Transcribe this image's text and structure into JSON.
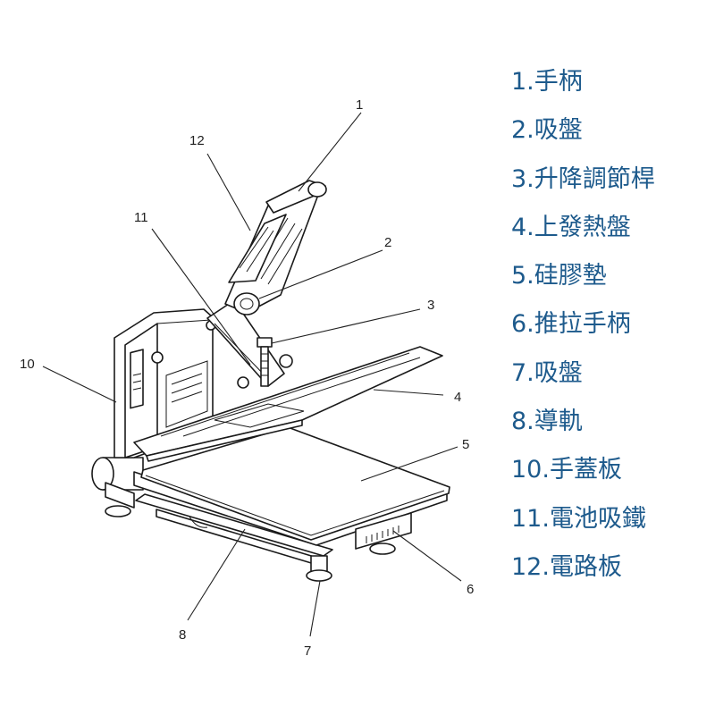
{
  "legend": [
    {
      "num": "1.",
      "label": "手柄"
    },
    {
      "num": "2.",
      "label": "吸盤"
    },
    {
      "num": "3.",
      "label": "升降調節桿"
    },
    {
      "num": "4.",
      "label": "上發熱盤"
    },
    {
      "num": "5.",
      "label": "硅膠墊"
    },
    {
      "num": "6.",
      "label": "推拉手柄"
    },
    {
      "num": "7.",
      "label": "吸盤"
    },
    {
      "num": "8.",
      "label": "導軌"
    },
    {
      "num": "10.",
      "label": "手蓋板"
    },
    {
      "num": "11.",
      "label": "電池吸鐵"
    },
    {
      "num": "12.",
      "label": "電路板"
    }
  ],
  "callouts": [
    {
      "id": "1",
      "text": "1"
    },
    {
      "id": "2",
      "text": "2"
    },
    {
      "id": "3",
      "text": "3"
    },
    {
      "id": "4",
      "text": "4"
    },
    {
      "id": "5",
      "text": "5"
    },
    {
      "id": "6",
      "text": "6"
    },
    {
      "id": "7",
      "text": "7"
    },
    {
      "id": "8",
      "text": "8"
    },
    {
      "id": "10",
      "text": "10"
    },
    {
      "id": "11",
      "text": "11"
    },
    {
      "id": "12",
      "text": "12"
    }
  ],
  "colors": {
    "legend_text": "#1d5a8c",
    "line": "#1a1a1a"
  }
}
